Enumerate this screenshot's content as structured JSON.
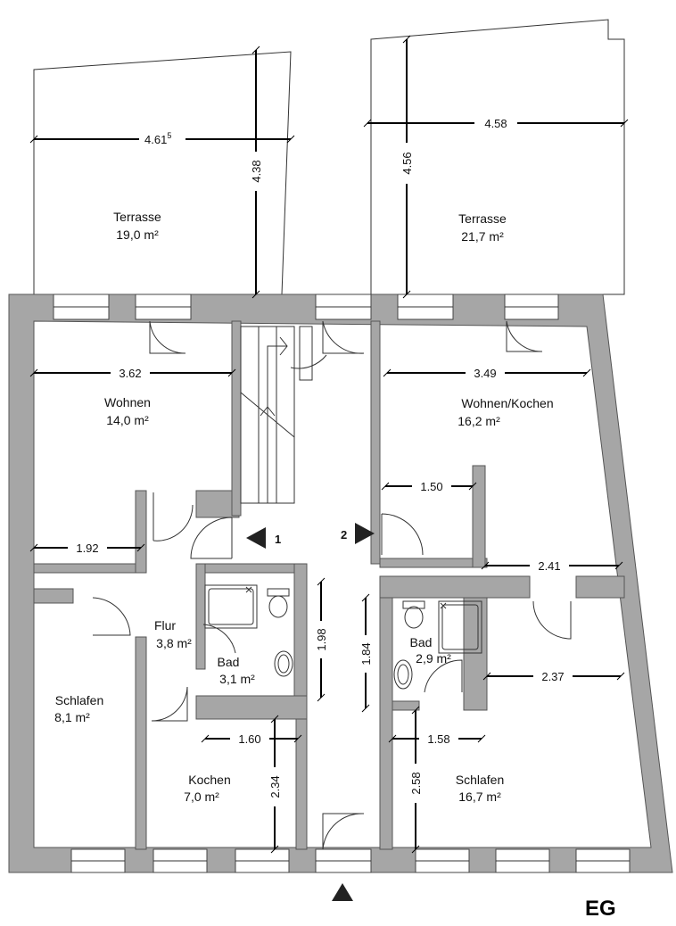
{
  "floor": "EG",
  "units": [
    {
      "number": "1",
      "icon": "triangle-left-icon"
    },
    {
      "number": "2",
      "icon": "triangle-right-icon"
    }
  ],
  "entrance_icon": "triangle-up-icon",
  "rooms": {
    "terrasse_left": {
      "name": "Terrasse",
      "area": "19,0 m²"
    },
    "terrasse_right": {
      "name": "Terrasse",
      "area": "21,7 m²"
    },
    "wohnen": {
      "name": "Wohnen",
      "area": "14,0 m²"
    },
    "wohnen_kochen": {
      "name": "Wohnen/Kochen",
      "area": "16,2 m²"
    },
    "flur": {
      "name": "Flur",
      "area": "3,8 m²"
    },
    "bad_left": {
      "name": "Bad",
      "area": "3,1 m²"
    },
    "bad_right": {
      "name": "Bad",
      "area": "2,9 m²"
    },
    "schlafen_left": {
      "name": "Schlafen",
      "area": "8,1 m²"
    },
    "kochen": {
      "name": "Kochen",
      "area": "7,0 m²"
    },
    "schlafen_right": {
      "name": "Schlafen",
      "area": "16,7 m²"
    }
  },
  "dimensions": {
    "terrasse_left_width": "4.61",
    "terrasse_left_width_sup": "5",
    "terrasse_left_depth": "4.38",
    "terrasse_right_width": "4.58",
    "terrasse_right_depth": "4.56",
    "wohnen_width": "3.62",
    "wohnen_kochen_width": "3.49",
    "right_niche": "1.50",
    "left_lower": "1.92",
    "right_lower": "2.41",
    "bad_left_depth": "1.98",
    "bad_right_depth": "1.84",
    "right_mid": "2.37",
    "kochen_width": "1.60",
    "kochen_depth": "2.34",
    "schlafen_right_width": "1.58",
    "schlafen_right_depth": "2.58"
  }
}
